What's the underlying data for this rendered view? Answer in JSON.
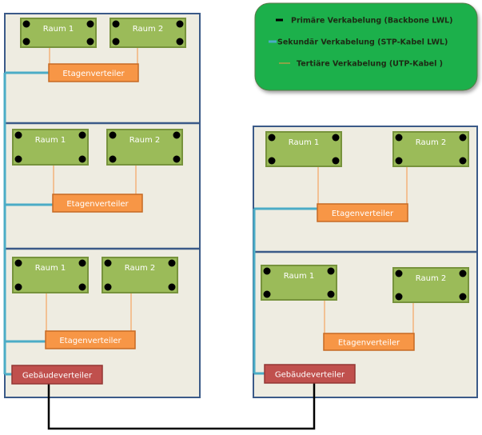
{
  "legend": {
    "items": [
      {
        "label": "Primäre Verkabelung (Backbone LWL)",
        "color": "#000000"
      },
      {
        "label": "Sekundär Verkabelung (STP-Kabel LWL)",
        "color": "#4BACC6"
      },
      {
        "label": "Tertiäre Verkabelung (UTP-Kabel )",
        "color": "#F79646"
      }
    ],
    "background": "#1DB04B"
  },
  "colors": {
    "building_fill": "#EEECE1",
    "building_border": "#3B5A88",
    "room_fill": "#9BBB59",
    "room_border": "#77933C",
    "floor_distributor_fill": "#F79646",
    "floor_distributor_border": "#C66A24",
    "building_distributor_fill": "#C0504D",
    "building_distributor_border": "#943634",
    "primary_cable": "#000000",
    "secondary_cable": "#4BACC6",
    "tertiary_cable": "#F79646"
  },
  "buildings": [
    {
      "name": "building-left",
      "floors": [
        {
          "rooms": [
            "Raum 1",
            "Raum 2"
          ],
          "distributor": "Etagenverteiler"
        },
        {
          "rooms": [
            "Raum 1",
            "Raum 2"
          ],
          "distributor": "Etagenverteiler"
        },
        {
          "rooms": [
            "Raum 1",
            "Raum 2"
          ],
          "distributor": "Etagenverteiler"
        }
      ],
      "building_distributor": "Gebäudeverteiler"
    },
    {
      "name": "building-right",
      "floors": [
        {
          "rooms": [
            "Raum 1",
            "Raum 2"
          ],
          "distributor": "Etagenverteiler"
        },
        {
          "rooms": [
            "Raum 1",
            "Raum 2"
          ],
          "distributor": "Etagenverteiler"
        }
      ],
      "building_distributor": "Gebäudeverteiler"
    }
  ]
}
